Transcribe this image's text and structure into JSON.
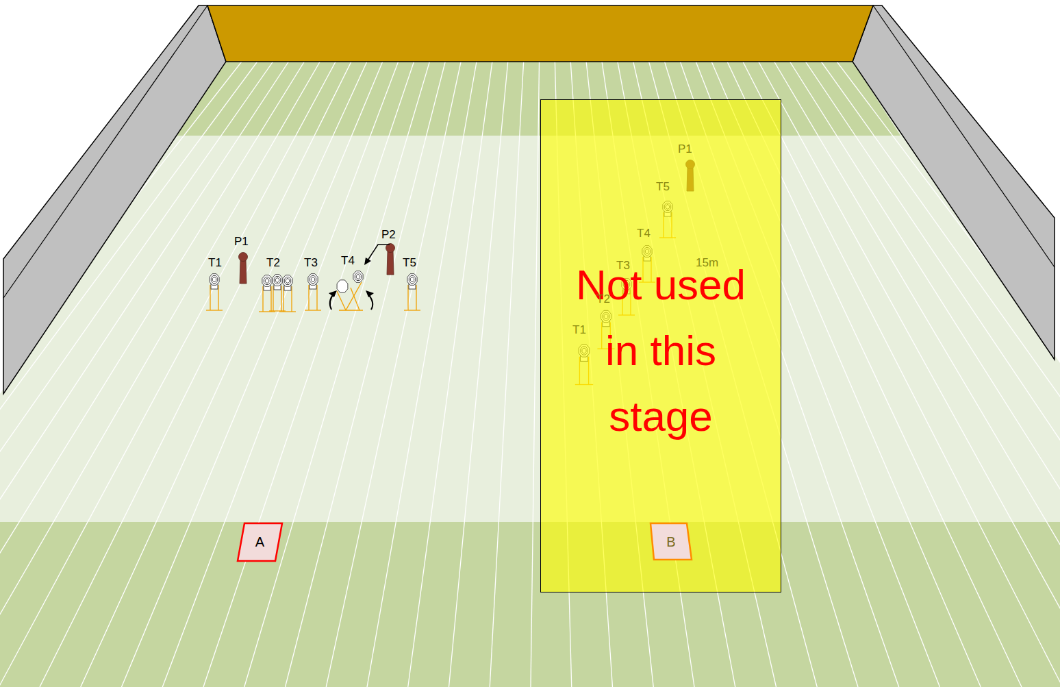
{
  "diagram": {
    "nodes": [
      {
        "text": [
          "Not used in this stage"
        ]
      },
      {
        "text": [
          "A"
        ]
      },
      {
        "text": [
          "B"
        ],
        "in": 0
      }
    ],
    "labels": [
      "P1",
      "T1",
      "T2",
      "T3",
      "T4",
      "P2",
      "T5",
      "P1",
      "T5",
      "T4",
      "T3",
      "15m",
      "T2",
      "T1"
    ]
  }
}
